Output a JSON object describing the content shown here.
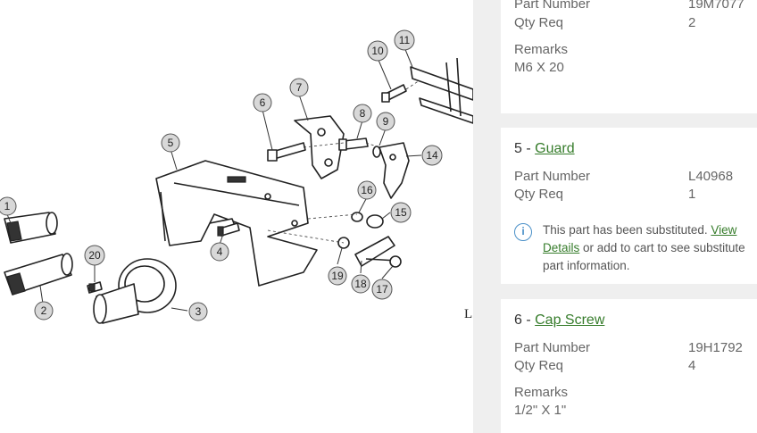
{
  "diagram": {
    "callouts": [
      "1",
      "2",
      "3",
      "4",
      "5",
      "6",
      "7",
      "8",
      "9",
      "10",
      "11",
      "14",
      "15",
      "16",
      "17",
      "18",
      "19",
      "20"
    ],
    "stray_letter": "L"
  },
  "parts": [
    {
      "partial": true,
      "part_number_label": "Part Number",
      "part_number": "19M7077",
      "qty_label": "Qty Req",
      "qty": "2",
      "remarks_label": "Remarks",
      "remarks": "M6 X 20"
    },
    {
      "index": "5 -",
      "name": "Guard",
      "part_number_label": "Part Number",
      "part_number": "L40968",
      "qty_label": "Qty Req",
      "qty": "1",
      "notice": {
        "icon": "info-icon",
        "text_before": "This part has been substituted.",
        "link": "View Details",
        "text_after": "or add to cart to see substitute part information."
      }
    },
    {
      "index": "6 -",
      "name": "Cap Screw",
      "part_number_label": "Part Number",
      "part_number": "19H1792",
      "qty_label": "Qty Req",
      "qty": "4",
      "remarks_label": "Remarks",
      "remarks": "1/2\" X 1\""
    }
  ],
  "colors": {
    "link": "#367c2b",
    "panel_bg": "#efefef",
    "info": "#4a90c8"
  }
}
